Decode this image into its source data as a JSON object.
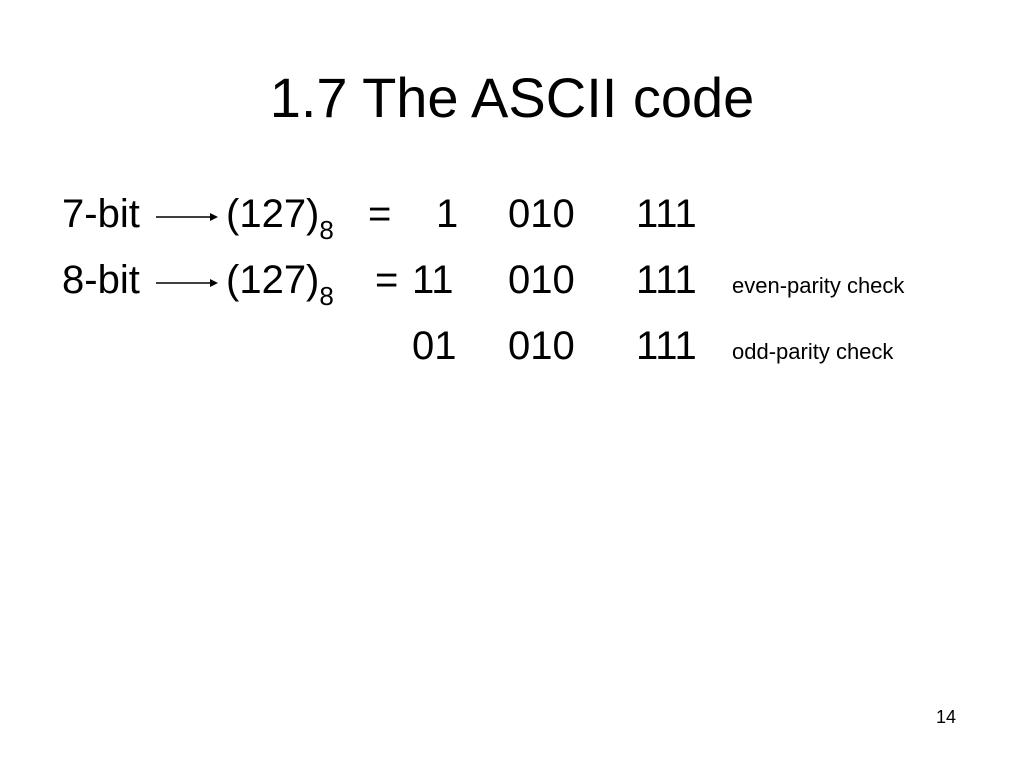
{
  "slide": {
    "title": "1.7 The ASCII code",
    "rows": [
      {
        "bits_label": "7-bit",
        "number": "(127)",
        "base": "8",
        "equals": "=",
        "group1": "1",
        "group2": "010",
        "group3": "111",
        "note": ""
      },
      {
        "bits_label": "8-bit",
        "number": "(127)",
        "base": "8",
        "equals": "=",
        "group1": "11",
        "group2": "010",
        "group3": "111",
        "note": "even-parity check"
      },
      {
        "bits_label": "",
        "number": "",
        "base": "",
        "equals": "",
        "group1": "01",
        "group2": "010",
        "group3": "111",
        "note": "odd-parity check"
      }
    ],
    "page_number": "14",
    "colors": {
      "text": "#000000",
      "background": "#ffffff"
    },
    "icons": {
      "arrow": "right-arrow-icon"
    }
  }
}
